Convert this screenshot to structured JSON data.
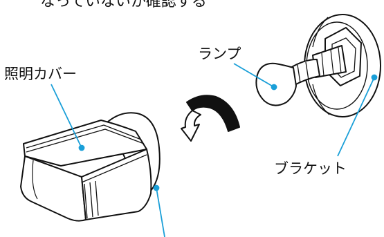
{
  "caption": "なっていないか確認する",
  "labels": {
    "lamp": "ランプ",
    "cover": "照明カバー",
    "bracket": "ブラケット"
  },
  "colors": {
    "leader": "#1a9fd8",
    "outline": "#111111"
  }
}
